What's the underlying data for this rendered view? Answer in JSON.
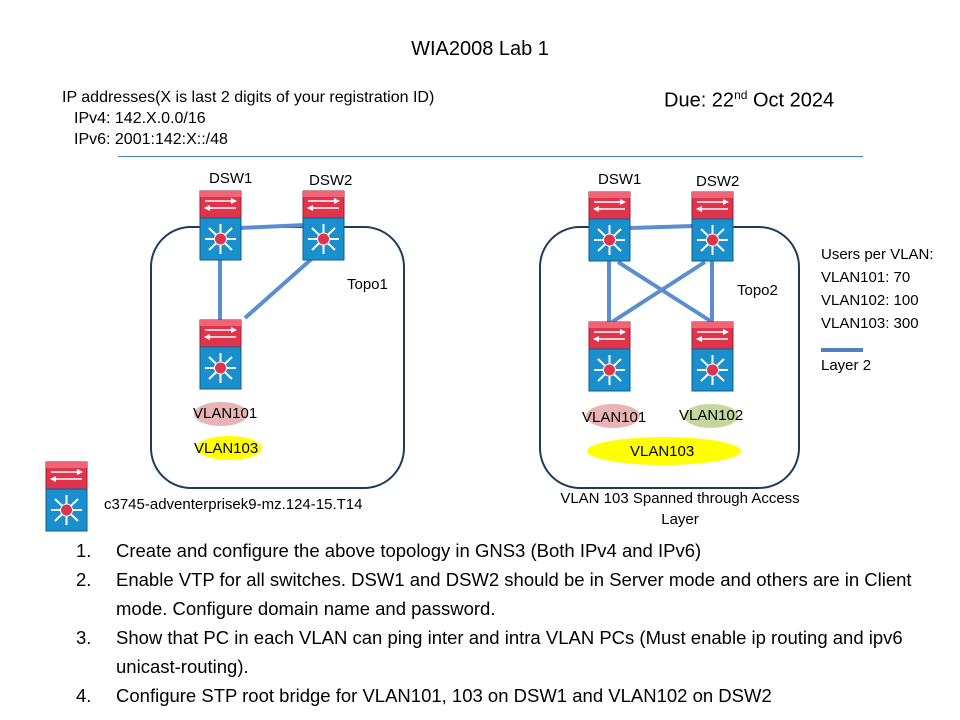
{
  "title": "WIA2008 Lab 1",
  "ip_info": {
    "heading": "IP addresses(X is last 2 digits of your registration ID)",
    "ipv4": "IPv4: 142.X.0.0/16",
    "ipv6": "IPv6: 2001:142:X::/48"
  },
  "due": {
    "prefix": "Due: 22",
    "sup": "nd",
    "suffix": " Oct 2024"
  },
  "topo1": {
    "label": "Topo1",
    "switches": [
      "DSW1",
      "DSW2"
    ],
    "vlans": [
      "VLAN101",
      "VLAN103"
    ]
  },
  "topo2": {
    "label": "Topo2",
    "switches": [
      "DSW1",
      "DSW2"
    ],
    "vlans": [
      "VLAN101",
      "VLAN102",
      "VLAN103"
    ],
    "note": "VLAN 103 Spanned through Access Layer"
  },
  "legend": {
    "heading": "Users per VLAN:",
    "items": [
      "VLAN101: 70",
      "VLAN102: 100",
      "VLAN103: 300"
    ],
    "line_label": "Layer 2",
    "line_color": "#4f81bd"
  },
  "model": "c3745-adventerprisek9-mz.124-15.T14",
  "colors": {
    "switch_top": "#e0344c",
    "switch_body": "#1a8fce",
    "vlan101": "#e8b4b4",
    "vlan102": "#c3d69b",
    "vlan103": "#ffff00",
    "boundary": "#1f3b5c"
  },
  "tasks": [
    {
      "num": "1.",
      "text": "Create and configure the above topology in GNS3 (Both IPv4 and IPv6)"
    },
    {
      "num": "2.",
      "text": "Enable VTP for all switches. DSW1 and DSW2 should be in Server mode and others are in Client mode. Configure domain name and password."
    },
    {
      "num": "3.",
      "text": "Show that PC in each VLAN can ping inter and intra VLAN PCs (Must enable ip routing and ipv6 unicast-routing)."
    },
    {
      "num": "4.",
      "text": "Configure STP root bridge for VLAN101, 103 on DSW1 and VLAN102 on DSW2"
    }
  ]
}
